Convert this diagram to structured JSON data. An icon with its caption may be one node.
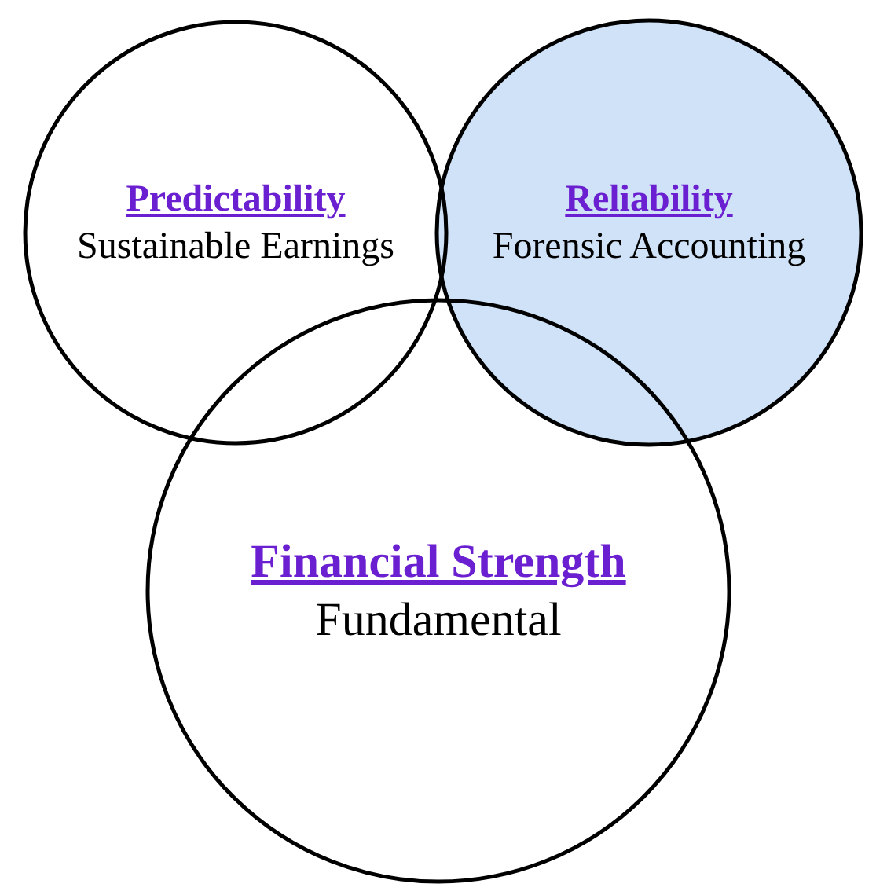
{
  "diagram": {
    "nodes": [
      {
        "text": [
          "Predictability",
          "Sustainable Earnings"
        ]
      },
      {
        "text": [
          "Reliability",
          "Forensic Accounting"
        ]
      },
      {
        "text": [
          "Financial Strength",
          "Fundamental"
        ]
      }
    ]
  }
}
